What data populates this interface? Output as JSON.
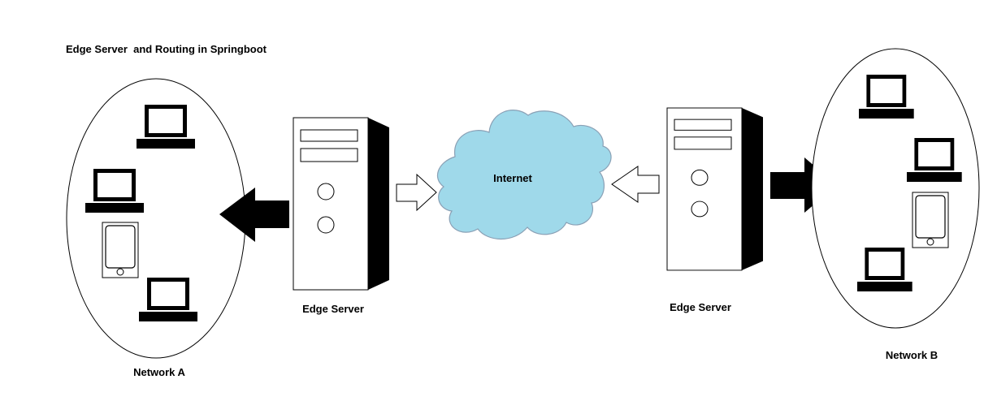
{
  "title": "Edge Server  and Routing in Springboot",
  "labels": {
    "network_a": "Network A",
    "network_b": "Network B",
    "edge_server_left": "Edge Server",
    "edge_server_right": "Edge Server",
    "internet": "Internet"
  },
  "colors": {
    "cloud_fill": "#9fd9ea",
    "cloud_stroke": "#8aa0b5",
    "ink": "#000000",
    "background": "#ffffff"
  },
  "icons": {
    "network_a_devices": [
      "monitor-icon",
      "monitor-icon",
      "phone-icon",
      "monitor-icon"
    ],
    "network_b_devices": [
      "monitor-icon",
      "monitor-icon",
      "phone-icon",
      "monitor-icon"
    ]
  }
}
